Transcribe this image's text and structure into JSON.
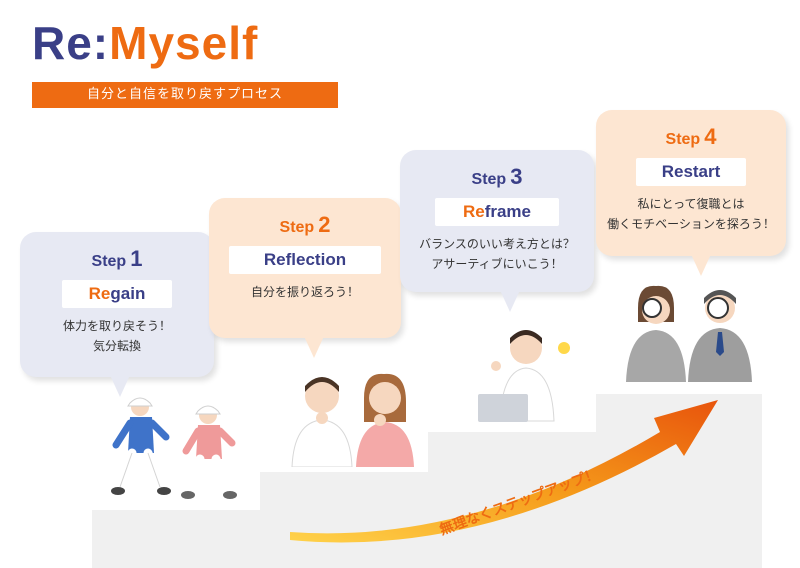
{
  "header": {
    "logo_part1": "Re:",
    "logo_part2": "Myself",
    "tagline": "自分と自信を取り戻すプロセス"
  },
  "steps": [
    {
      "label": "Step",
      "number": "1",
      "keyword_prefix": "Re",
      "keyword_rest": "gain",
      "desc_line1": "体力を取り戻そう！",
      "desc_line2": "気分転換"
    },
    {
      "label": "Step",
      "number": "2",
      "keyword_prefix": "Re",
      "keyword_rest": "flection",
      "desc_line1": "自分を振り返ろう！",
      "desc_line2": ""
    },
    {
      "label": "Step",
      "number": "3",
      "keyword_prefix": "Re",
      "keyword_rest": "frame",
      "desc_line1": "バランスのいい考え方とは？",
      "desc_line2": "アサーティブにいこう！"
    },
    {
      "label": "Step",
      "number": "4",
      "keyword_prefix": "Re",
      "keyword_rest": "start",
      "desc_line1": "私にとって復職とは",
      "desc_line2": "働くモチベーションを探ろう！"
    }
  ],
  "arrow_text": "無理なくステップアップ！",
  "colors": {
    "navy": "#3a3f87",
    "orange": "#ee6b12",
    "blue_bubble": "#e7e9f3",
    "orange_bubble": "#fde6d2",
    "stairs": "#f0f0f0"
  }
}
